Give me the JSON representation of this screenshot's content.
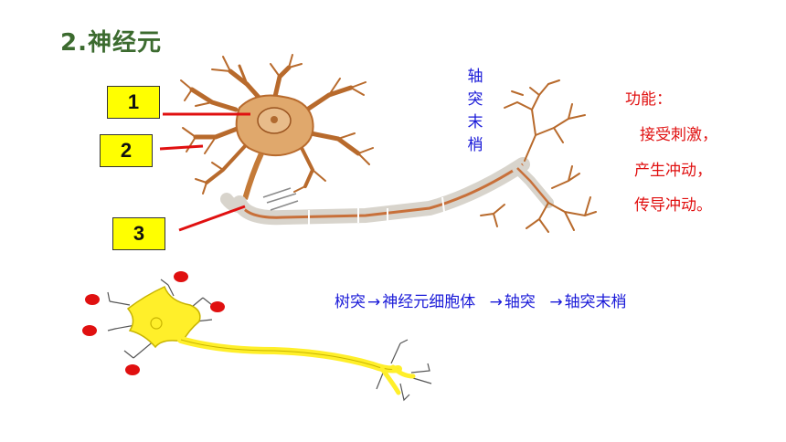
{
  "title": "2.神经元",
  "labels": [
    "1",
    "2",
    "3"
  ],
  "axon_terminal_label": [
    "轴",
    "突",
    "末",
    "梢"
  ],
  "function": {
    "heading": "功能：",
    "items": [
      "接受刺激，",
      "产生冲动，",
      "传导冲动。"
    ]
  },
  "pathway": {
    "steps": [
      "树突",
      "神经元细胞体",
      "轴突",
      "轴突末梢"
    ],
    "arrow": "→"
  },
  "colors": {
    "title": "#3c6b2f",
    "label_box": "#ffff00",
    "pointer_line": "#e01010",
    "neuron_body": "#d9a46a",
    "myelin": "#d8d4cc",
    "schematic_neuron": "#ffef2a",
    "dendrite_tips": "#e01010",
    "blue_text": "#1a1ad8",
    "red_text": "#e01010"
  }
}
